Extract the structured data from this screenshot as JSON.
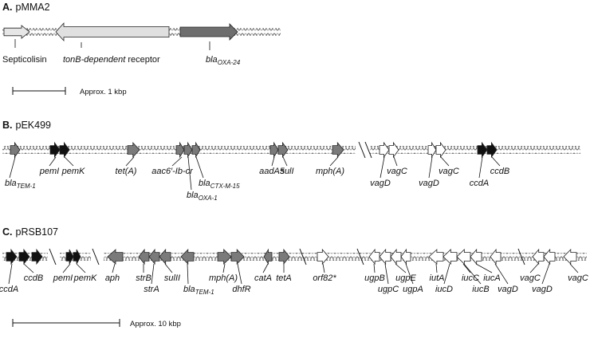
{
  "panels": [
    {
      "letter": "A.",
      "name": "pMMA2"
    },
    {
      "letter": "B.",
      "name": "pEK499"
    },
    {
      "letter": "C.",
      "name": "pRSB107"
    }
  ],
  "panel_a": {
    "genes": [
      {
        "label": "Septicolisin",
        "fill": "#e6e6e6"
      },
      {
        "label_italic": "tonB-dependent",
        "label_plain": " receptor",
        "fill": "#e0e0e0"
      },
      {
        "label": "bla",
        "sub": "OXA-24",
        "fill": "#6e6e6e"
      }
    ],
    "scale": "Approx. 1 kbp"
  },
  "panel_b": {
    "labels": [
      {
        "text": "bla",
        "sub": "TEM-1"
      },
      {
        "text": "pemI"
      },
      {
        "text": "pemK"
      },
      {
        "text": "tet(A)"
      },
      {
        "text": "aac6′-Ib-cr"
      },
      {
        "text": "bla",
        "sub": "OXA-1"
      },
      {
        "text": "bla",
        "sub": "CTX-M-15"
      },
      {
        "text": "aadA5"
      },
      {
        "text": "sulI"
      },
      {
        "text": "mph(A)"
      },
      {
        "text": "vagD"
      },
      {
        "text": "vagC"
      },
      {
        "text": "vagD"
      },
      {
        "text": "vagC"
      },
      {
        "text": "ccdA"
      },
      {
        "text": "ccdB"
      }
    ]
  },
  "panel_c": {
    "labels": [
      {
        "text": "ccdA"
      },
      {
        "text": "ccdB"
      },
      {
        "text": "pemI"
      },
      {
        "text": "pemK"
      },
      {
        "text": "aph"
      },
      {
        "text": "strB"
      },
      {
        "text": "strA"
      },
      {
        "text": "sulII"
      },
      {
        "text": "bla",
        "sub": "TEM-1"
      },
      {
        "text": "mph(A)"
      },
      {
        "text": "dhfR"
      },
      {
        "text": "catA"
      },
      {
        "text": "tetA"
      },
      {
        "text": "orf82*"
      },
      {
        "text": "ugpB"
      },
      {
        "text": "ugpC"
      },
      {
        "text": "ugpE"
      },
      {
        "text": "ugpA"
      },
      {
        "text": "iutA"
      },
      {
        "text": "iucD"
      },
      {
        "text": "iucC"
      },
      {
        "text": "iucB"
      },
      {
        "text": "iucA"
      },
      {
        "text": "vagD"
      },
      {
        "text": "vagC"
      },
      {
        "text": "vagD"
      },
      {
        "text": "vagC"
      }
    ],
    "scale": "Approx. 10 kbp"
  },
  "colors": {
    "black": "#111111",
    "dark_grey": "#7a7a7a",
    "white": "#ffffff",
    "light_grey": "#e0e0e0"
  }
}
